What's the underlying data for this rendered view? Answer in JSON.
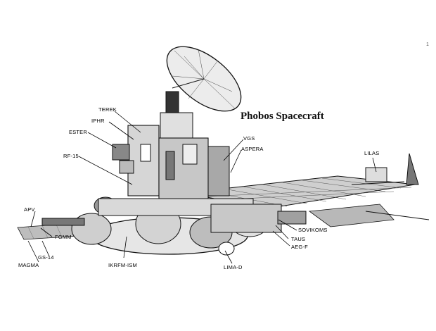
{
  "title": "Phobos Spacecraft",
  "page_number": "1",
  "labels": {
    "terek": "TEREK",
    "iphr": "IPHR",
    "ester": "ESTER",
    "rf15": "RF-15",
    "apv": "APV",
    "fgmm": "FGMM",
    "gs14": "GS-14",
    "magma": "MAGMA",
    "ikrfm_ism": "IKRFM-ISM",
    "lima_d": "LIMA-D",
    "aeg_f": "AEG-F",
    "taus": "TAUS",
    "sovikoms": "SOVIKOMS",
    "vgs": "VGS",
    "aspera": "ASPERA",
    "lilas": "LILAS"
  },
  "colors": {
    "ink": "#111111",
    "shade": "#9a9a9a",
    "paper": "#ffffff"
  }
}
